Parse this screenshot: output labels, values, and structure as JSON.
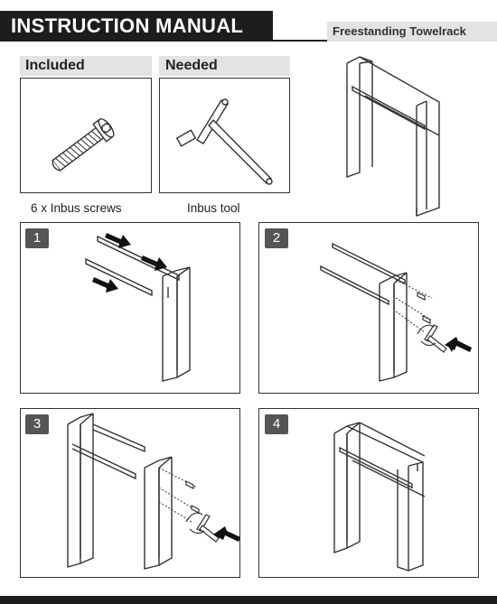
{
  "header": {
    "title": "INSTRUCTION MANUAL",
    "subtitle": "Freestanding Towelrack"
  },
  "parts": {
    "included_label": "Included",
    "needed_label": "Needed",
    "screws_caption": "6 x Inbus screws",
    "tool_caption": "Inbus tool"
  },
  "steps": [
    {
      "number": "1"
    },
    {
      "number": "2"
    },
    {
      "number": "3"
    },
    {
      "number": "4"
    }
  ]
}
